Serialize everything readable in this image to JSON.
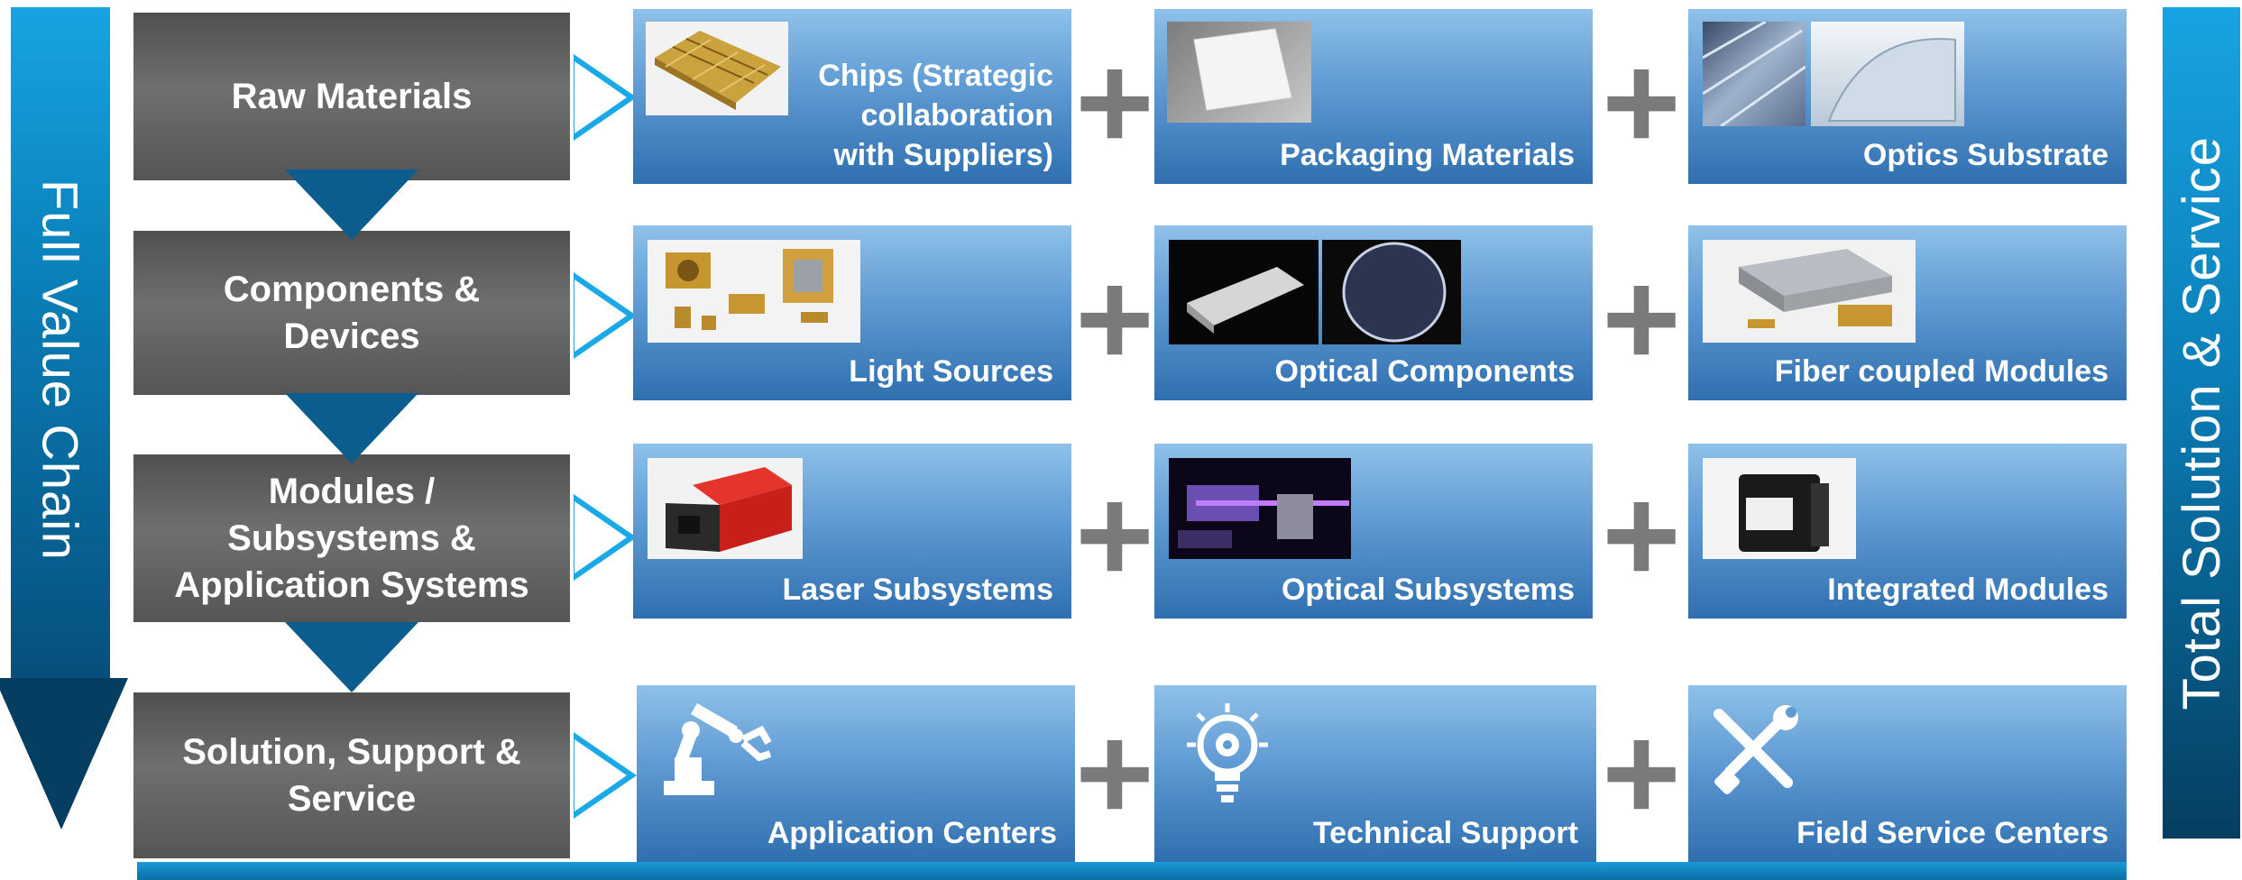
{
  "left_axis": {
    "label": "Full Value Chain"
  },
  "right_axis": {
    "label": "Total Solution & Service"
  },
  "stages": [
    {
      "label": "Raw Materials"
    },
    {
      "label": "Components &\nDevices"
    },
    {
      "label": "Modules /\nSubsystems &\nApplication Systems"
    },
    {
      "label": "Solution, Support &\nService"
    }
  ],
  "rows": [
    {
      "items": [
        {
          "label": "Chips (Strategic\ncollaboration\nwith Suppliers)",
          "image": "gold-chips-photo"
        },
        {
          "label": "Packaging Materials",
          "image": "substrate-square-photo"
        },
        {
          "label": "Optics Substrate",
          "image": "glass-plates-photo"
        }
      ]
    },
    {
      "items": [
        {
          "label": "Light Sources",
          "image": "laser-parts-photo"
        },
        {
          "label": "Optical Components",
          "image": "lens-array-photo"
        },
        {
          "label": "Fiber coupled Modules",
          "image": "fiber-module-photo"
        }
      ]
    },
    {
      "items": [
        {
          "label": "Laser Subsystems",
          "image": "red-laser-unit-photo"
        },
        {
          "label": "Optical  Subsystems",
          "image": "uv-optics-photo"
        },
        {
          "label": "Integrated Modules",
          "image": "black-module-photo"
        }
      ]
    },
    {
      "items": [
        {
          "label": "Application Centers",
          "icon": "robot-arm-icon"
        },
        {
          "label": "Technical Support",
          "icon": "lightbulb-gear-icon"
        },
        {
          "label": "Field Service Centers",
          "icon": "wrench-screwdriver-icon"
        }
      ]
    }
  ],
  "plus_symbol": "+"
}
